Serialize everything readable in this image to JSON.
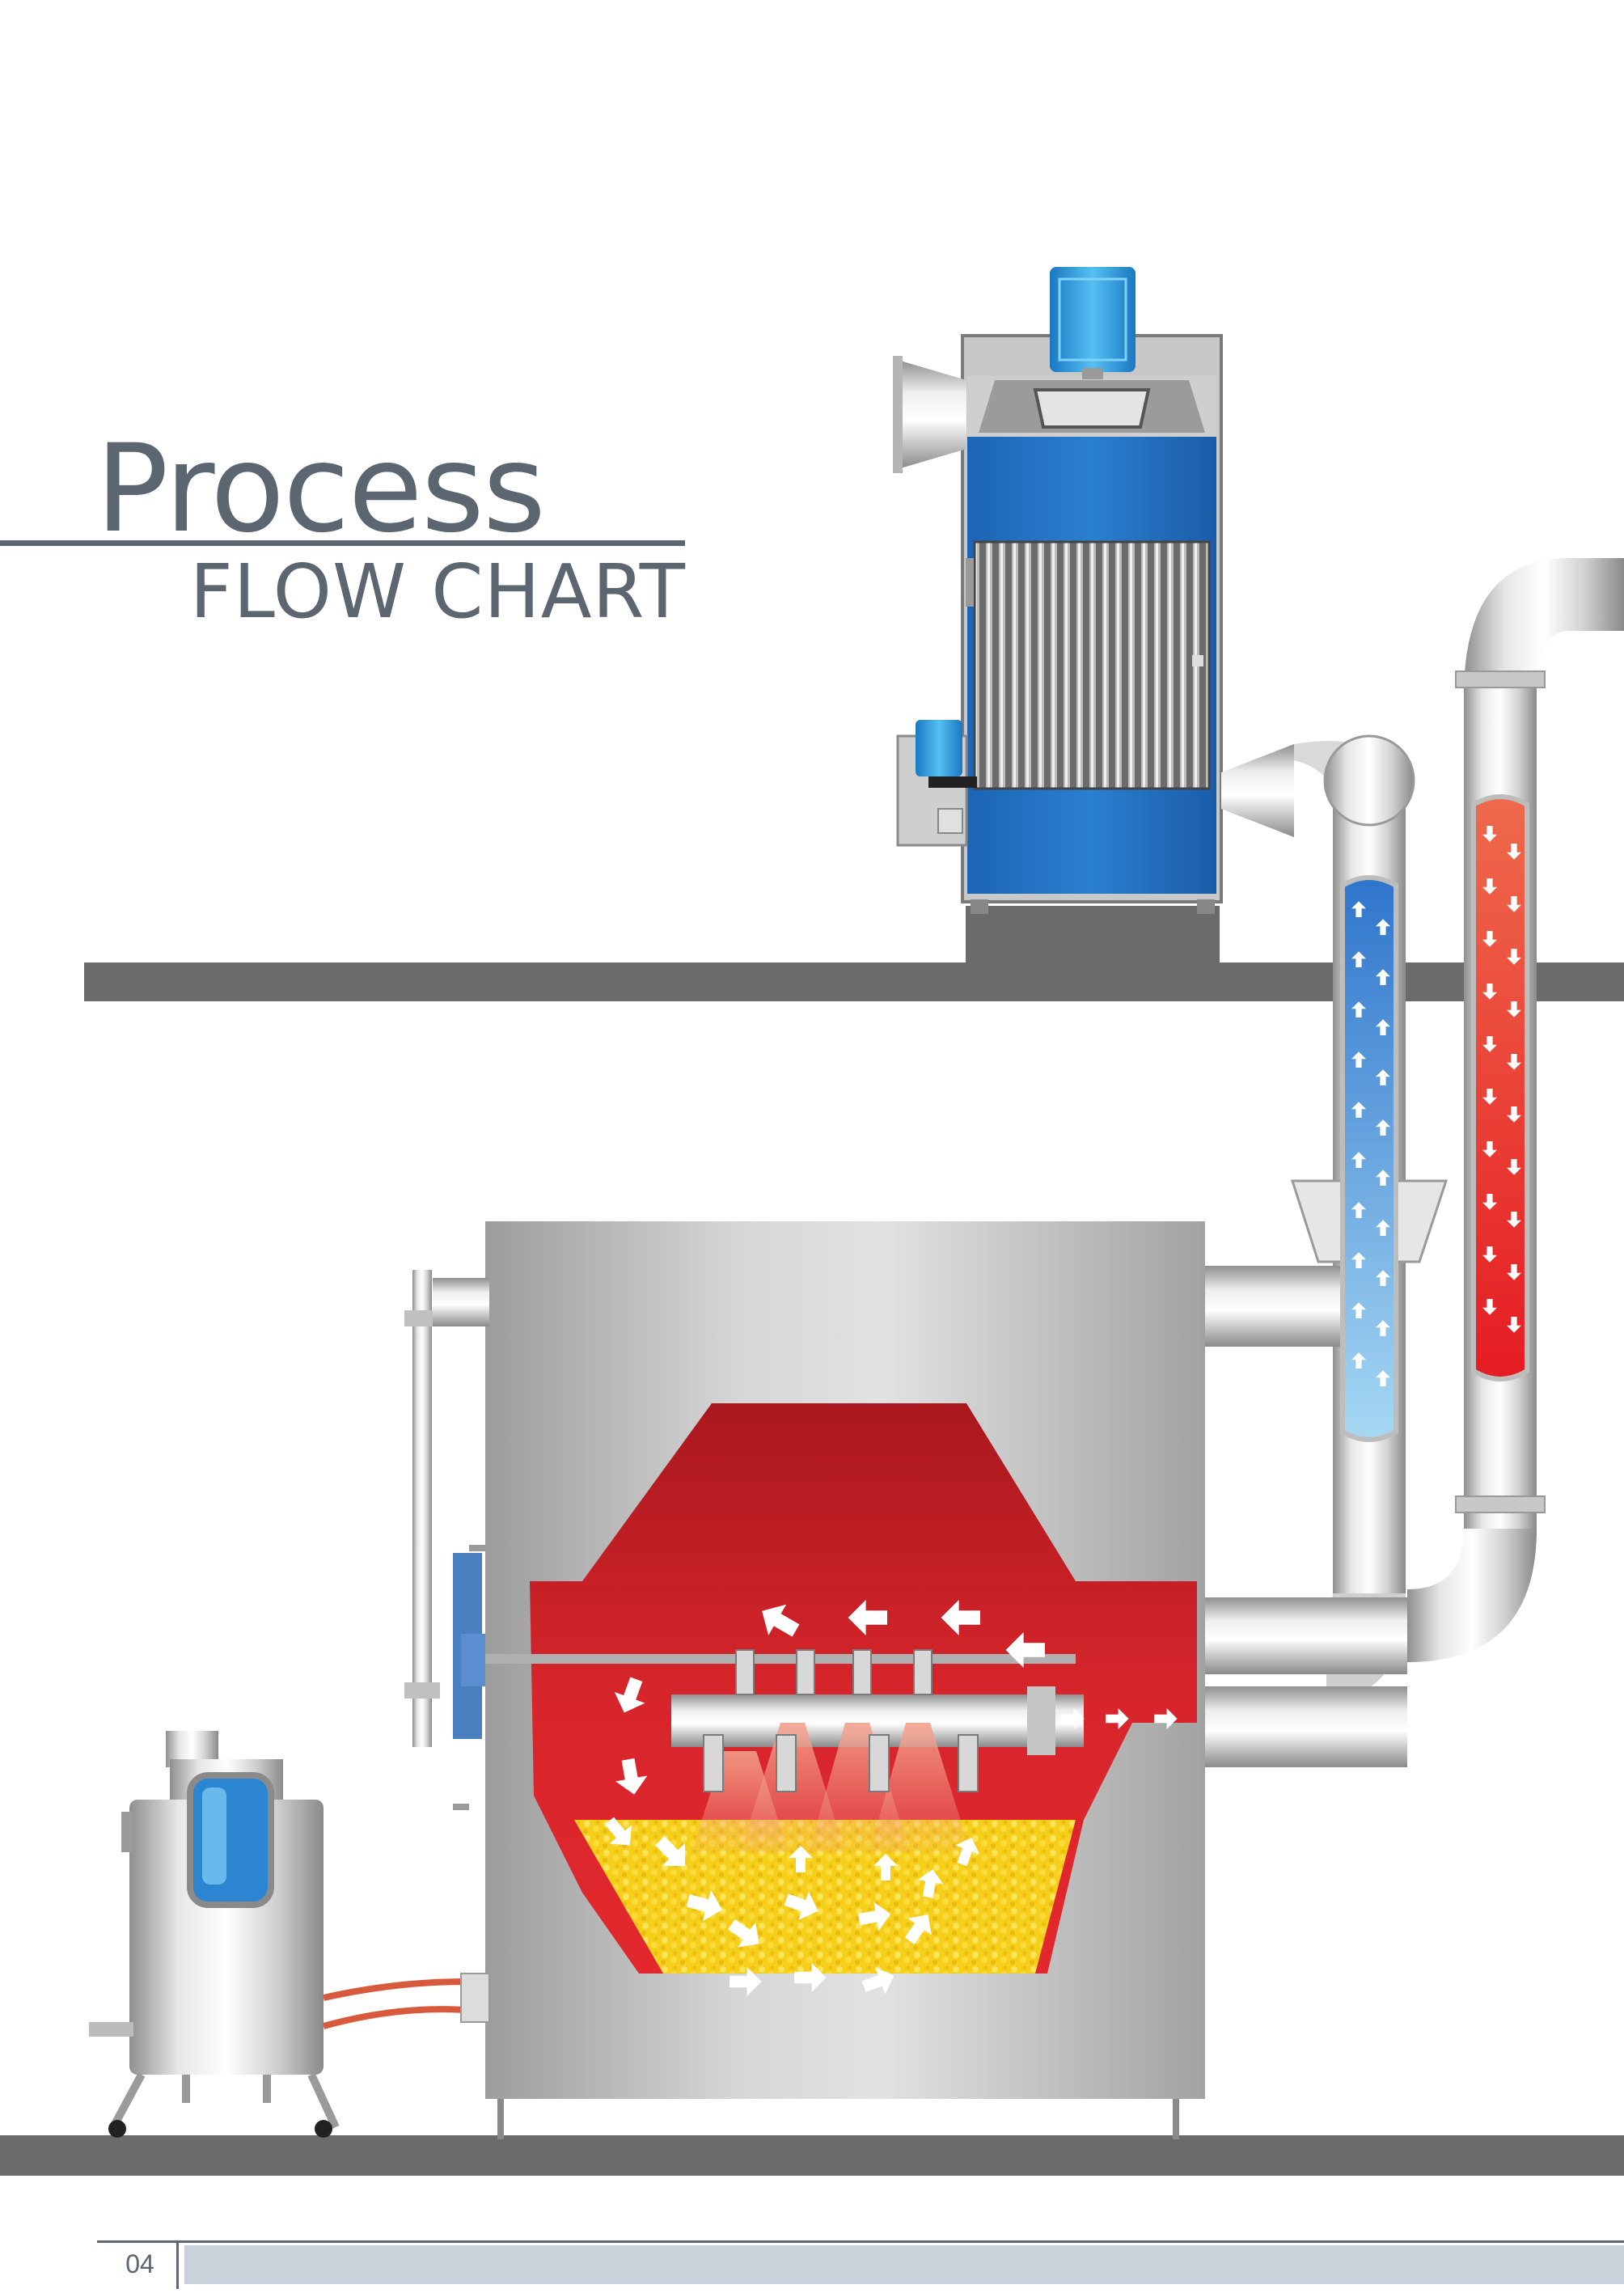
{
  "title": {
    "main": "Process",
    "sub": "FLOW CHART"
  },
  "footer": {
    "page_number": "04"
  },
  "colors": {
    "heading": "#5c6670",
    "floor": "#6b6b6b",
    "steel_light": "#e8e8e8",
    "steel_dark": "#9a9a9a",
    "filter_blue": "#1f6fbf",
    "motor_blue": "#2a9ee0",
    "chamber_red": "#d8262a",
    "hot_air": "#e8332d",
    "cold_air": "#4a90d8",
    "product_yellow": "#f5d21f",
    "footer_bar": "#c9d2db"
  },
  "icons": [
    "arrow-up-icon",
    "arrow-down-icon",
    "arrow-left-icon",
    "arrow-right-icon",
    "spray-nozzle-icon",
    "caster-wheel-icon"
  ]
}
